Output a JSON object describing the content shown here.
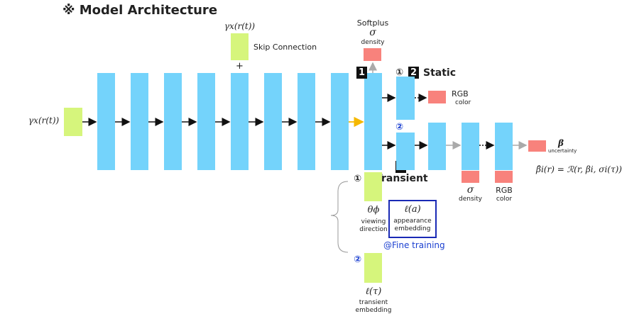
{
  "title": "※ Model Architecture",
  "input_label": "γx(r(t))",
  "skip": {
    "formula": "γx(r(t))",
    "label": "Skip Connection",
    "plus": "+"
  },
  "softplus": {
    "name": "Softplus",
    "sigma": "σ",
    "density": "density"
  },
  "badges": {
    "one": "1",
    "two": "2",
    "three": "3"
  },
  "static_label": "Static",
  "transient_label": "Transient",
  "circled": {
    "static": "①",
    "mid": "②",
    "transient_one": "①",
    "transient_two": "②"
  },
  "rgb_static": {
    "label": "RGB",
    "sub": "color"
  },
  "beta": {
    "symbol": "β",
    "sub": "uncertainty"
  },
  "beta_formula": "β̂i(r) = ℛ(r, βi, σi(τ))",
  "out_sigma": {
    "symbol": "σ",
    "sub": "density"
  },
  "out_rgb": {
    "label": "RGB",
    "sub": "color"
  },
  "viewing": {
    "symbol": "θϕ",
    "line1": "viewing",
    "line2": "direction"
  },
  "appearance": {
    "symbol": "ℓ(a)",
    "line1": "appearance",
    "line2": "embedding"
  },
  "fine_training": "@Fine training",
  "transient_emb": {
    "symbol": "ℓ(τ)",
    "line1": "transient",
    "line2": "embedding"
  },
  "colors": {
    "layer": "#74d3fb",
    "input": "#d6f57c",
    "output": "#f8827c",
    "highlight_arrow": "#f5b800",
    "frame": "#1a2ab5",
    "accent_text": "#1a3fd0"
  }
}
